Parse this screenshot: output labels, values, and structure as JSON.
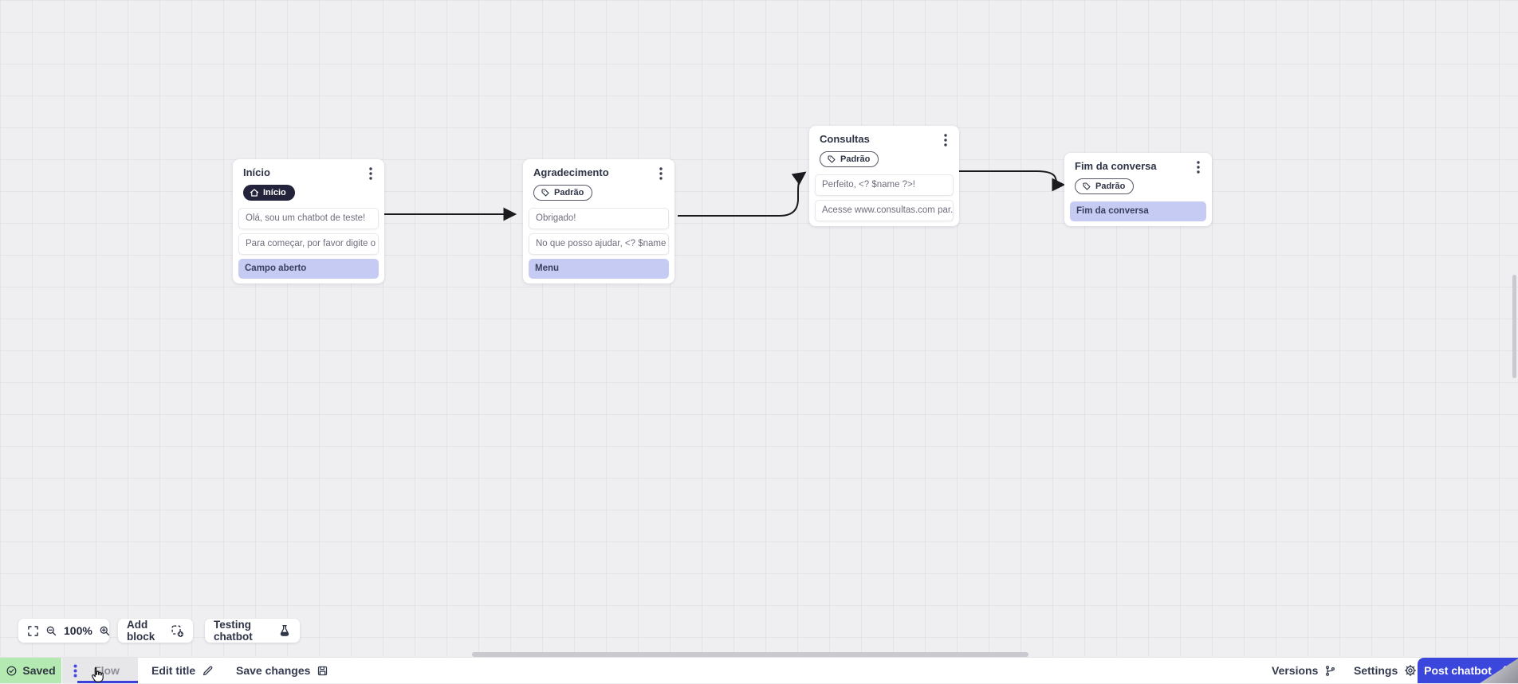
{
  "nodes": [
    {
      "title": "Início",
      "badge": {
        "type": "start",
        "label": "Início"
      },
      "rows": [
        {
          "type": "message",
          "text": "Olá, sou um chatbot de teste!"
        },
        {
          "type": "message",
          "text": "Para começar, por favor digite o ..."
        },
        {
          "type": "action",
          "text": "Campo aberto"
        }
      ]
    },
    {
      "title": "Agradecimento",
      "badge": {
        "type": "default",
        "label": "Padrão"
      },
      "rows": [
        {
          "type": "message",
          "text": "Obrigado!"
        },
        {
          "type": "message",
          "text": "No que posso ajudar, <? $name ..."
        },
        {
          "type": "action",
          "text": "Menu"
        }
      ]
    },
    {
      "title": "Consultas",
      "badge": {
        "type": "default",
        "label": "Padrão"
      },
      "rows": [
        {
          "type": "message",
          "text": "Perfeito, <? $name ?>!"
        },
        {
          "type": "message",
          "text": "Acesse www.consultas.com par..."
        }
      ]
    },
    {
      "title": "Fim da conversa",
      "badge": {
        "type": "default",
        "label": "Padrão"
      },
      "rows": [
        {
          "type": "action",
          "text": "Fim da conversa"
        }
      ]
    }
  ],
  "toolbar": {
    "zoom_level": "100%",
    "add_block": "Add block",
    "testing_chatbot": "Testing chatbot"
  },
  "bottom_bar": {
    "saved": "Saved",
    "flow_tab": "Flow",
    "edit_title": "Edit title",
    "save_changes": "Save changes",
    "versions": "Versions",
    "settings": "Settings",
    "post_chatbot": "Post chatbot"
  },
  "colors": {
    "accent_indigo": "#3b46dd",
    "tab_underline": "#3b3ed8",
    "action_row_bg": "#c6cbf4",
    "saved_green_bg": "#b5e9b2",
    "badge_dark_bg": "#23233b",
    "connector": "#1b1b1f",
    "canvas_bg": "#efeff2",
    "grid_line": "#e3e3e8"
  },
  "icons": {
    "badge_start": "home-icon",
    "badge_default": "tag-icon",
    "node_menu": "kebab-menu-icon",
    "toolbar": [
      "fullscreen-icon",
      "zoom-out-icon",
      "zoom-in-icon",
      "add-block-icon",
      "flask-icon"
    ],
    "bottom": [
      "check-circle-icon",
      "drag-dots-icon",
      "pencil-icon",
      "save-icon",
      "git-branch-icon",
      "gear-icon",
      "upload-icon"
    ]
  }
}
